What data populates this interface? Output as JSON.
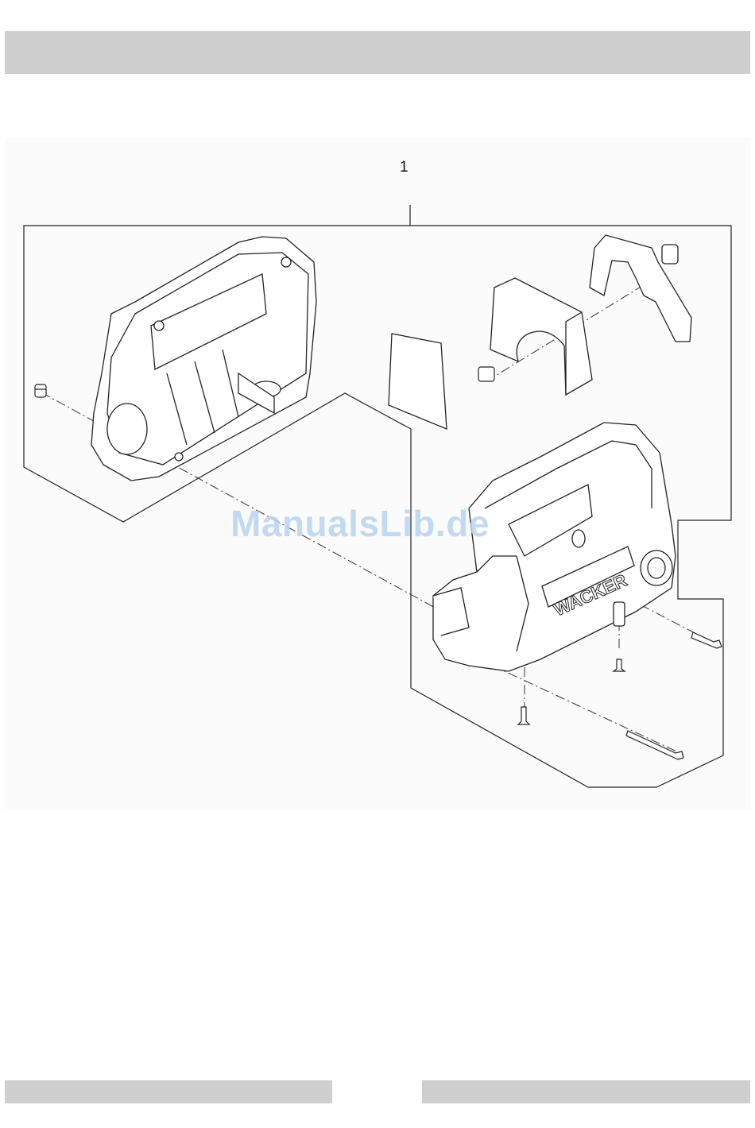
{
  "figure": {
    "callout_number": "1",
    "brand_label": "WACKER",
    "watermark": "ManualsLib.de"
  }
}
